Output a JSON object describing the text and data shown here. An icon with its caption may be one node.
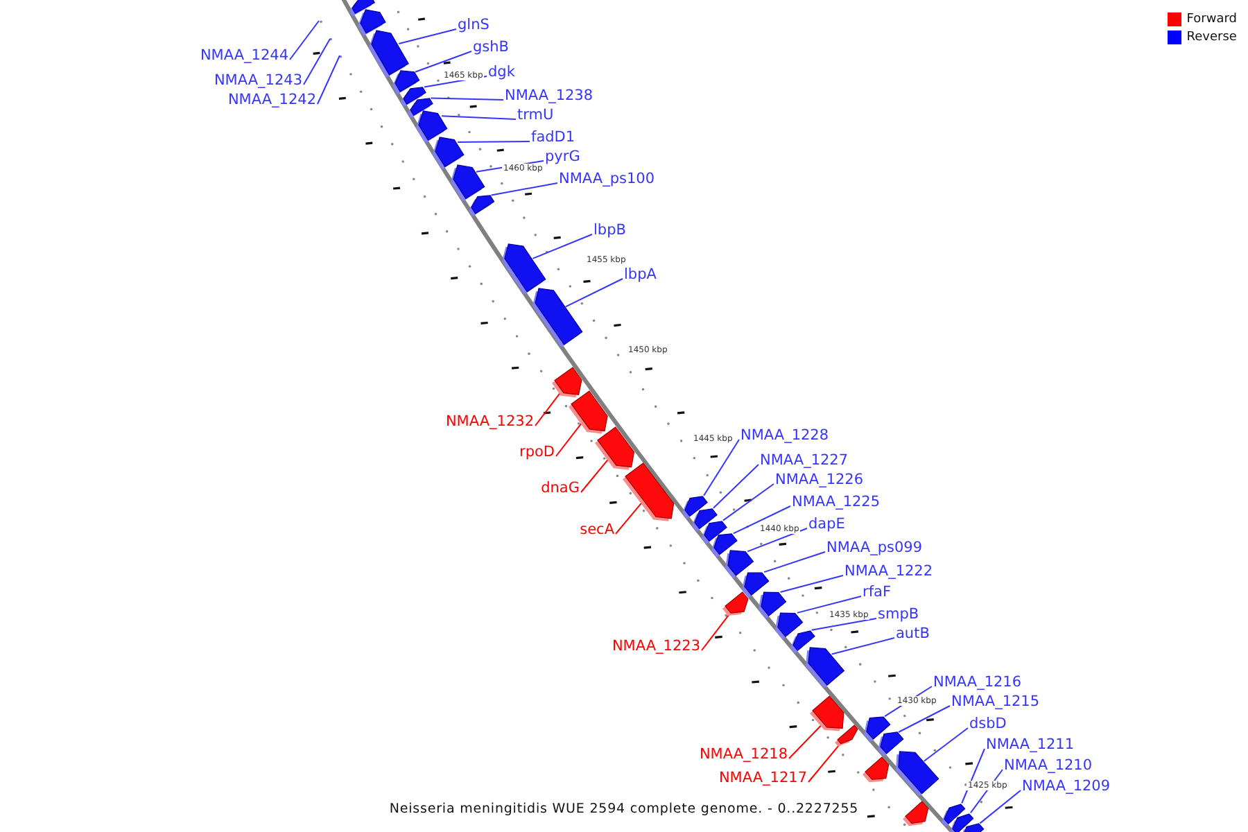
{
  "diagram": {
    "caption": "Neisseria meningitidis WUE 2594 complete genome. - 0..2227255",
    "nodes": [
      {
        "text": [
          "NMAA_1244"
        ]
      },
      {
        "text": [
          "NMAA_1243"
        ]
      },
      {
        "text": [
          "NMAA_1242"
        ]
      },
      {
        "text": [],
        "shape": "box"
      },
      {
        "text": [],
        "shape": "box"
      },
      {
        "text": [
          "glnS"
        ]
      },
      {
        "text": [],
        "shape": "box"
      },
      {
        "text": [
          "gshB"
        ]
      },
      {
        "text": [],
        "shape": "box"
      },
      {
        "text": [
          "dgk"
        ]
      },
      {
        "text": [],
        "shape": "box"
      },
      {
        "text": [
          "NMAA_1238"
        ]
      },
      {
        "text": [],
        "shape": "box"
      },
      {
        "text": [
          "trmU"
        ]
      },
      {
        "text": [],
        "shape": "box"
      },
      {
        "text": [
          "fadD1"
        ]
      },
      {
        "text": [],
        "shape": "box"
      },
      {
        "text": [
          "pyrG"
        ]
      },
      {
        "text": [],
        "shape": "box"
      },
      {
        "text": [
          "NMAA_ps100"
        ]
      },
      {
        "text": [],
        "shape": "box"
      },
      {
        "text": [
          "lbpB"
        ]
      },
      {
        "text": [],
        "shape": "box"
      },
      {
        "text": [
          "lbpA"
        ]
      },
      {
        "text": [],
        "shape": "box"
      },
      {
        "text": [
          "NMAA_1232"
        ]
      },
      {
        "text": [],
        "shape": "box"
      },
      {
        "text": [
          "rpoD"
        ]
      },
      {
        "text": [],
        "shape": "box"
      },
      {
        "text": [
          "dnaG"
        ]
      },
      {
        "text": [],
        "shape": "box"
      },
      {
        "text": [
          "secA"
        ]
      },
      {
        "text": [],
        "shape": "box"
      },
      {
        "text": [
          "NMAA_1228"
        ]
      },
      {
        "text": [],
        "shape": "box"
      },
      {
        "text": [
          "NMAA_1227"
        ]
      },
      {
        "text": [],
        "shape": "box"
      },
      {
        "text": [
          "NMAA_1226"
        ]
      },
      {
        "text": [],
        "shape": "box"
      },
      {
        "text": [
          "NMAA_1225"
        ]
      },
      {
        "text": [],
        "shape": "box"
      },
      {
        "text": [
          "dapE"
        ]
      },
      {
        "text": [],
        "shape": "box"
      },
      {
        "text": [
          "NMAA_ps099"
        ]
      },
      {
        "text": [],
        "shape": "box"
      },
      {
        "text": [
          "NMAA_1222"
        ]
      },
      {
        "text": [],
        "shape": "box"
      },
      {
        "text": [
          "rfaF"
        ]
      },
      {
        "text": [],
        "shape": "box"
      },
      {
        "text": [
          "smpB"
        ]
      },
      {
        "text": [],
        "shape": "box"
      },
      {
        "text": [
          "autB"
        ]
      },
      {
        "text": [],
        "shape": "box"
      },
      {
        "text": [
          "NMAA_1223"
        ]
      },
      {
        "text": [],
        "shape": "box"
      },
      {
        "text": [
          "NMAA_1216"
        ]
      },
      {
        "text": [],
        "shape": "box"
      },
      {
        "text": [
          "NMAA_1215"
        ]
      },
      {
        "text": [],
        "shape": "box"
      },
      {
        "text": [
          "dsbD"
        ]
      },
      {
        "text": [],
        "shape": "box"
      },
      {
        "text": [
          "NMAA_1218"
        ]
      },
      {
        "text": [],
        "shape": "box"
      },
      {
        "text": [
          "NMAA_1217"
        ]
      },
      {
        "text": [],
        "shape": "box"
      },
      {
        "text": [],
        "shape": "box"
      },
      {
        "text": [
          "NMAA_1211"
        ]
      },
      {
        "text": [],
        "shape": "box"
      },
      {
        "text": [
          "NMAA_1210"
        ]
      },
      {
        "text": [],
        "shape": "box"
      },
      {
        "text": [
          "NMAA_1209"
        ]
      },
      {
        "text": [],
        "shape": "box"
      },
      {
        "text": [],
        "shape": "box"
      }
    ],
    "edges": [
      {
        "from": 0,
        "to": null,
        "arrow": "none"
      },
      {
        "from": 1,
        "to": null,
        "arrow": "none"
      },
      {
        "from": 2,
        "to": null,
        "arrow": "none"
      },
      {
        "from": 5,
        "to": 6,
        "arrow": "none"
      },
      {
        "from": 7,
        "to": 8,
        "arrow": "none"
      },
      {
        "from": 9,
        "to": 10,
        "arrow": "none"
      },
      {
        "from": 11,
        "to": 12,
        "arrow": "none"
      },
      {
        "from": 13,
        "to": 14,
        "arrow": "none"
      },
      {
        "from": 15,
        "to": 16,
        "arrow": "none"
      },
      {
        "from": 17,
        "to": 18,
        "arrow": "none"
      },
      {
        "from": 19,
        "to": 20,
        "arrow": "none"
      },
      {
        "from": 21,
        "to": 22,
        "arrow": "none"
      },
      {
        "from": 23,
        "to": 24,
        "arrow": "none"
      },
      {
        "from": 25,
        "to": 26,
        "arrow": "none",
        "color": "#ff0000"
      },
      {
        "from": 27,
        "to": 28,
        "arrow": "none",
        "color": "#ff0000"
      },
      {
        "from": 29,
        "to": 30,
        "arrow": "none",
        "color": "#ff0000"
      },
      {
        "from": 31,
        "to": 32,
        "arrow": "none",
        "color": "#ff0000"
      },
      {
        "from": 33,
        "to": 34,
        "arrow": "none"
      },
      {
        "from": 35,
        "to": 36,
        "arrow": "none"
      },
      {
        "from": 37,
        "to": 38,
        "arrow": "none"
      },
      {
        "from": 39,
        "to": 40,
        "arrow": "none"
      },
      {
        "from": 41,
        "to": 42,
        "arrow": "none"
      },
      {
        "from": 43,
        "to": 44,
        "arrow": "none"
      },
      {
        "from": 45,
        "to": 46,
        "arrow": "none"
      },
      {
        "from": 47,
        "to": 48,
        "arrow": "none"
      },
      {
        "from": 49,
        "to": 50,
        "arrow": "none"
      },
      {
        "from": 51,
        "to": 52,
        "arrow": "none"
      },
      {
        "from": 53,
        "to": 54,
        "arrow": "none",
        "color": "#ff0000"
      },
      {
        "from": 55,
        "to": 56,
        "arrow": "none"
      },
      {
        "from": 57,
        "to": 58,
        "arrow": "none"
      },
      {
        "from": 59,
        "to": 60,
        "arrow": "none"
      },
      {
        "from": 61,
        "to": 62,
        "arrow": "none",
        "color": "#ff0000"
      },
      {
        "from": 63,
        "to": 64,
        "arrow": "none",
        "color": "#ff0000"
      },
      {
        "from": 66,
        "to": 67,
        "arrow": "none"
      },
      {
        "from": 68,
        "to": 69,
        "arrow": "none"
      },
      {
        "from": 70,
        "to": 71,
        "arrow": "none"
      }
    ],
    "labels": [
      "1465 kbp",
      "1460 kbp",
      "1455 kbp",
      "1450 kbp",
      "1445 kbp",
      "1440 kbp",
      "1435 kbp",
      "1430 kbp",
      "1425 kbp"
    ],
    "legend": [
      {
        "text": "Forward",
        "color": "#ff0000"
      },
      {
        "text": "Reverse",
        "color": "#0000ff"
      }
    ]
  }
}
